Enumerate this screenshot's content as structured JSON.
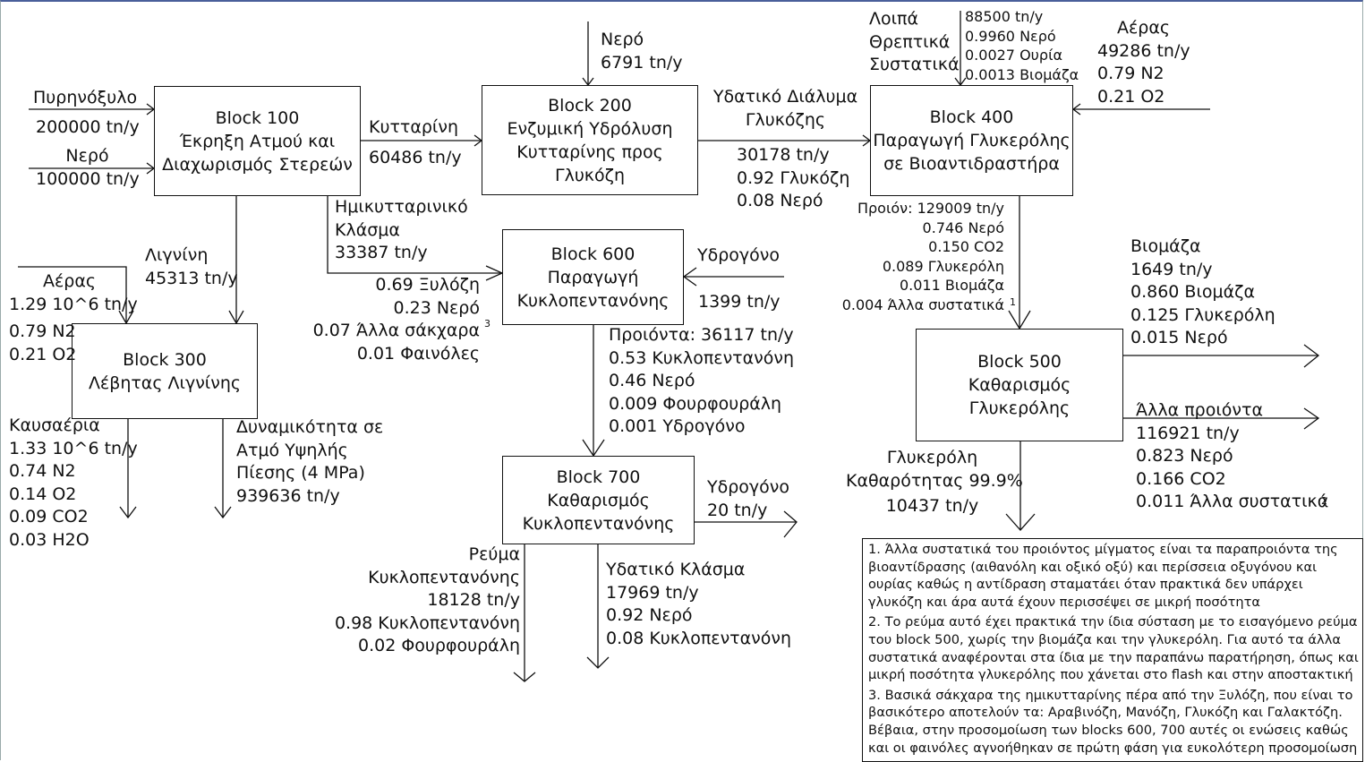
{
  "blocks": {
    "b100": [
      "Block 100",
      "Έκρηξη Ατμού και",
      "Διαχωρισμός Στερεών"
    ],
    "b200": [
      "Block 200",
      "Ενζυμική Υδρόλυση",
      "Κυτταρίνης προς",
      "Γλυκόζη"
    ],
    "b300": [
      "Block 300",
      "Λέβητας Λιγνίνης"
    ],
    "b400": [
      "Block 400",
      "Παραγωγή Γλυκερόλης",
      "σε Βιοαντιδραστήρα"
    ],
    "b500": [
      "Block 500",
      "Καθαρισμός Γλυκερόλης"
    ],
    "b600": [
      "Block 600",
      "Παραγωγή",
      "Κυκλοπεντανόνης"
    ],
    "b700": [
      "Block 700",
      "Καθαρισμός",
      "Κυκλοπεντανόνης"
    ]
  },
  "streams": {
    "pyrinoxylo": [
      "Πυρηνόξυλο",
      "200000 tn/y"
    ],
    "nero_in": [
      "Νερό",
      "100000 tn/y"
    ],
    "kyttarini": [
      "Κυτταρίνη",
      "60486 tn/y"
    ],
    "nero_200": [
      "Νερό",
      "6791 tn/y"
    ],
    "glucose_sol": [
      "Υδατικό Διάλυμα",
      "Γλυκόζης"
    ],
    "glucose_sol_vals": [
      "30178 tn/y",
      "0.92 Γλυκόζη",
      "0.08 Νερό"
    ],
    "nutrients": [
      "Λοιπά",
      "Θρεπτικά",
      "Συστατικά"
    ],
    "nutrients_vals": [
      "88500 tn/y",
      "0.9960 Νερό",
      "0.0027 Ουρία",
      "0.0013 Βιομάζα"
    ],
    "aeras_400": [
      "Αέρας",
      "49286 tn/y",
      "0.79 N2",
      "0.21 O2"
    ],
    "product_400": [
      "Προιόν: 129009 tn/y",
      "0.746 Νερό",
      "0.150 CO2",
      "0.089 Γλυκερόλη",
      "0.011 Βιομάζα",
      "0.004 Άλλα συστατικά"
    ],
    "product_400_note": "1",
    "hemi": [
      "Ημικυτταρινικό",
      "Κλάσμα",
      "33387 tn/y"
    ],
    "hemi_vals": [
      "0.69 Ξυλόζη",
      "0.23 Νερό",
      "0.07 Άλλα σάκχαρα",
      "0.01 Φαινόλες"
    ],
    "hemi_note": "3",
    "lignin": [
      "Λιγνίνη",
      "45313 tn/y"
    ],
    "aeras_300_top": [
      "Αέρας",
      "1.29 10^6 tn/y"
    ],
    "aeras_300_comp": [
      "0.79 N2",
      "0.21 O2"
    ],
    "hydrogen_600": [
      "Υδρογόνο"
    ],
    "hydrogen_600_rate": "1399 tn/y",
    "products_600": [
      "Προιόντα: 36117 tn/y",
      "0.53 Κυκλοπεντανόνη",
      "0.46 Νερό",
      "0.009 Φουρφουράλη",
      "0.001 Υδρογόνο"
    ],
    "flue": [
      "Καυσαέρια",
      "1.33 10^6 tn/y",
      "0.74 N2",
      "0.14 O2",
      "0.09 CO2",
      "0.03 H2O"
    ],
    "steam": [
      "Δυναμικότητα σε",
      "Ατμό Υψηλής",
      "Πίεσης (4 MPa)",
      "939636 tn/y"
    ],
    "hydrogen_700": [
      "Υδρογόνο",
      "20 tn/y"
    ],
    "cyclo_stream": [
      "Ρεύμα",
      "Κυκλοπεντανόνης",
      "18128 tn/y",
      "0.98 Κυκλοπεντανόνη",
      "0.02 Φουρφουράλη"
    ],
    "aqueous_700": [
      "Υδατικό Κλάσμα",
      "17969 tn/y",
      "0.92 Νερό",
      "0.08 Κυκλοπεντανόνη"
    ],
    "biomass_500": [
      "Βιομάζα",
      "1649 tn/y",
      "0.860 Βιομάζα",
      "0.125 Γλυκερόλη",
      "0.015 Νερό"
    ],
    "other_500": [
      "Άλλα προιόντα",
      "116921 tn/y",
      "0.823 Νερό",
      "0.166 CO2",
      "0.011 Άλλα συστατικά"
    ],
    "other_500_note": "2",
    "glycerol": [
      "Γλυκερόλη",
      "Καθαρότητας 99.9%",
      "10437 tn/y"
    ]
  },
  "notes": [
    "1. Άλλα συστατικά του προιόντος μίγματος είναι τα παραπροιόντα της βιοαντίδρασης (αιθανόλη και οξικό οξύ) και περίσσεια οξυγόνου και ουρίας καθώς η αντίδραση σταματάει όταν πρακτικά δεν υπάρχει γλυκόζη και άρα αυτά έχουν περισσέψει σε μικρή ποσότητα",
    "2.  Το ρεύμα αυτό έχει πρακτικά την ίδια σύσταση με το εισαγόμενο ρεύμα του block 500, χωρίς την βιομάζα και την γλυκερόλη. Για αυτό τα άλλα συστατικά αναφέρονται στα ίδια με την παραπάνω παρατήρηση, όπως και μικρή ποσότητα γλυκερόλης που χάνεται στο flash και στην αποστακτική",
    "3. Βασικά σάκχαρα της ημικυτταρίνης πέρα από την Ξυλόζη, που είναι το βασικότερο αποτελούν τα:  Αραβινόζη, Μανόζη, Γλυκόζη και Γαλακτόζη. Βέβαια, στην προσομοίωση των blocks 600, 700 αυτές οι ενώσεις καθώς και οι φαινόλες αγνοήθηκαν σε πρώτη φάση για ευκολότερη προσομοίωση"
  ]
}
